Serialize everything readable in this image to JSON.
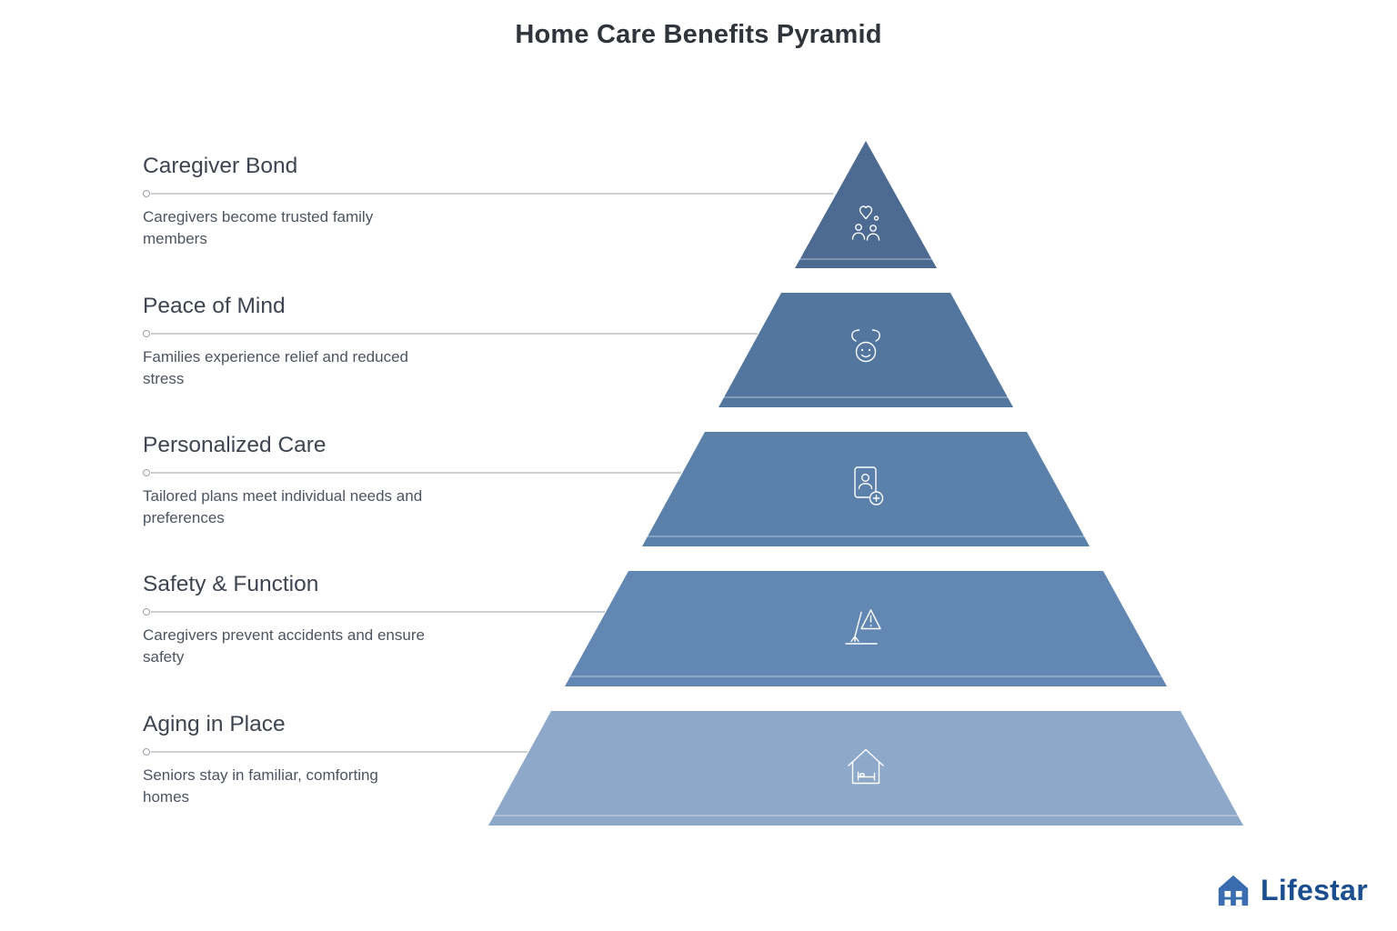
{
  "title": "Home Care Benefits Pyramid",
  "pyramid": {
    "levels": [
      {
        "label": "Caregiver Bond",
        "description": "Caregivers become trusted family members",
        "color": "#4d6b92",
        "icon": "caregivers-heart-icon"
      },
      {
        "label": "Peace of Mind",
        "description": "Families experience relief and reduced stress",
        "color": "#53769f",
        "icon": "calm-face-hands-icon"
      },
      {
        "label": "Personalized Care",
        "description": "Tailored plans meet individual needs and preferences",
        "color": "#5b80aa",
        "icon": "care-plan-card-icon"
      },
      {
        "label": "Safety & Function",
        "description": "Caregivers prevent accidents and ensure safety",
        "color": "#6287b2",
        "icon": "safety-warning-icon"
      },
      {
        "label": "Aging in Place",
        "description": "Seniors stay in familiar, comforting homes",
        "color": "#8ea8c9",
        "icon": "home-bed-icon"
      }
    ]
  },
  "logo": {
    "text": "Lifestar",
    "text_color": "#1c4e8f",
    "mark_color": "#3a6cb0"
  }
}
